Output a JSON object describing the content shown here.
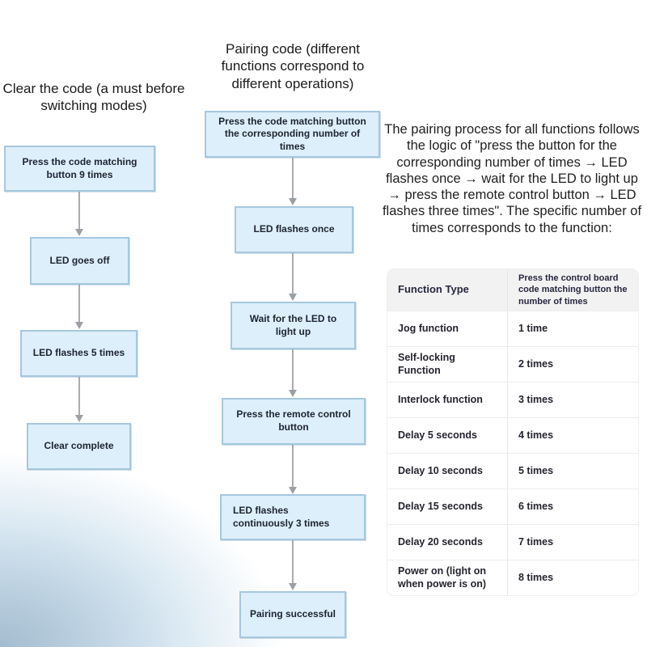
{
  "colors": {
    "box_fill": "#ddeffa",
    "box_border": "#a5c8de",
    "arrow": "#ababab",
    "table_header_bg": "#f2f2f3",
    "corner_glow": "#a3bccf"
  },
  "flow_clear": {
    "title": "Clear the code (a must before switching modes)",
    "steps": [
      "Press the code matching button 9 times",
      "LED goes off",
      "LED flashes 5 times",
      "Clear complete"
    ]
  },
  "flow_pairing": {
    "title": "Pairing code (different functions correspond to different operations)",
    "steps": [
      "Press the code matching button the corresponding number of times",
      "LED flashes once",
      "Wait for the LED to light up",
      "Press the remote control button",
      "LED flashes continuously 3 times",
      "Pairing successful"
    ]
  },
  "description": "The pairing process for all functions follows the logic of \"press the button for the corresponding number of times → LED flashes once → wait for the LED to light up → press the remote control button → LED flashes three times\". The specific number of times corresponds to the function:",
  "table": {
    "headers": [
      "Function Type",
      "Press the control board code matching button the number of times"
    ],
    "rows": [
      [
        "Jog function",
        "1 time"
      ],
      [
        "Self-locking Function",
        "2 times"
      ],
      [
        "Interlock function",
        "3 times"
      ],
      [
        "Delay 5 seconds",
        "4 times"
      ],
      [
        "Delay 10 seconds",
        "5 times"
      ],
      [
        "Delay 15 seconds",
        "6 times"
      ],
      [
        "Delay 20 seconds",
        "7 times"
      ],
      [
        "Power on (light on when power is on)",
        "8 times"
      ]
    ]
  }
}
